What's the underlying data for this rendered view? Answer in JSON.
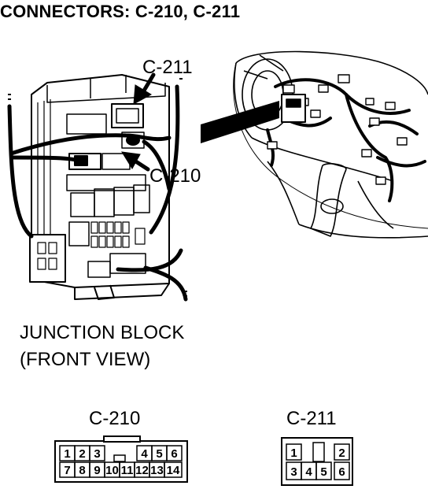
{
  "title": "CONNECTORS: C-210, C-211",
  "callouts": {
    "c211": "C-211",
    "c210": "C-210"
  },
  "caption": {
    "line1": "JUNCTION BLOCK",
    "line2": "(FRONT VIEW)"
  },
  "connectors": [
    {
      "id": "C-210",
      "label": "C-210",
      "top_row": [
        "1",
        "2",
        "3",
        "",
        "4",
        "5",
        "6"
      ],
      "bottom_row": [
        "7",
        "8",
        "9",
        "10",
        "11",
        "12",
        "13",
        "14"
      ]
    },
    {
      "id": "C-211",
      "label": "C-211",
      "top_row": [
        "1",
        "",
        "2"
      ],
      "bottom_row": [
        "3",
        "4",
        "5",
        "6"
      ]
    }
  ]
}
